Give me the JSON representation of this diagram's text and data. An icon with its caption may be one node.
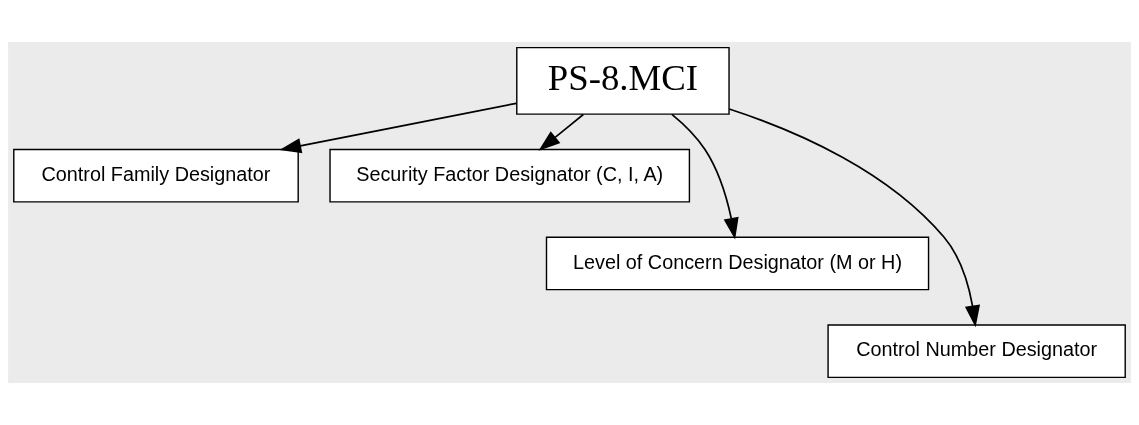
{
  "diagram": {
    "nodes": [
      {
        "text": [
          "PS-8.MCI"
        ]
      },
      {
        "text": [
          "Control Family Designator"
        ]
      },
      {
        "text": [
          "Security Factor Designator (C, I, A)"
        ]
      },
      {
        "text": [
          "Level of Concern Designator (M or H)"
        ]
      },
      {
        "text": [
          "Control Number Designator"
        ]
      }
    ],
    "edges": [
      {
        "from": 0,
        "to": 1,
        "arrow": "to"
      },
      {
        "from": 0,
        "to": 4,
        "arrow": "to"
      },
      {
        "from": 0,
        "to": 3,
        "arrow": "to"
      },
      {
        "from": 0,
        "to": 2,
        "arrow": "to"
      }
    ]
  }
}
